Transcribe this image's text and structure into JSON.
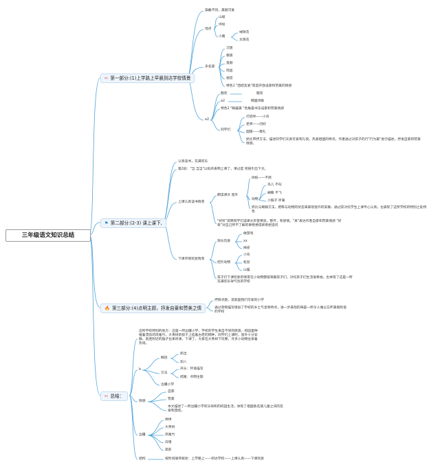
{
  "root": "三年级语文知识总结",
  "branches": {
    "b1": {
      "label": "第一部分:(1)上学路上早晨到达学校情景",
      "icon": "✂"
    },
    "b2": {
      "label": "第二部分:(2-3) 课上课下,",
      "icon": "⚑"
    },
    "b3": {
      "label": "第三部分:(4)点明主题，抒发自豪和赞美之情",
      "icon": "🔥"
    },
    "b4": {
      "label": "总结：",
      "icon": "✂"
    }
  },
  "b1": {
    "n1": "穿戴不同，美丽可爱",
    "n2": "地点",
    "n2a": "山坡",
    "n2b": "坪坝",
    "n2c": "小路",
    "n2c1": "绒球花",
    "n2c2": "太阳花",
    "n3": "多名族",
    "n3a": "汉族",
    "n3b": "傣族",
    "n3c": "景颇",
    "n3d": "阿昌",
    "n3e": "德昂",
    "n3f": "特色1 \"团结友爱\"高度开放设豪和赞美的情感",
    "n4": "a2",
    "n4a": "服装",
    "n4a1": "服装",
    "n4b": "a2",
    "n4b1": "韩国诗歌",
    "n4c": "特色2 \"眼骗美 \"色角是书法设豪和赞美情感",
    "n4d": "同学们",
    "n4d1": "打招呼——小鸟",
    "n4d2": "老师——问好",
    "n4d3": "国旗——敬礼",
    "n4d4": "抓比带抒方法，描述同学们天真可爱有礼貌，热爱祖国的特点。作者通过对孩子的行\"行为美\"进行描述，抒发自豪和赞美情感。"
  },
  "b2": {
    "n1": "认真读书，充满欢乐",
    "n2": "第2段：\"当 当当\"以拟声表明上课了。承过度 衔接引出下文。",
    "n3": "上课认真读书情景",
    "n3a": "朗读课文 窗外",
    "n3a1": "树枝——不摇",
    "n3a2": "动物",
    "n3a2a": "鸟儿 不叫",
    "n3a2b": "蝴蝶 不飞",
    "n3a2c": "小猴子 听着",
    "n3a3": "抓比与概联方法，把粹与动物的状态来表现窗外的安静，通过孩对托学生上课专心认真，也表现了这所学校的特别之处特色",
    "n3b": "\"好听\"说明同学们读课文声音嘹亮，整齐，有感情。\"真\"表达作者自豪和赞美情感 \"好奇\"对自己所不了解的事物觉得新奇想追问",
    "n4": "下课尽情玩耍情景",
    "n4a": "快乐玩耍",
    "n4a1": "做游戏",
    "n4a2": "xx",
    "n4a3": "掉皮",
    "n4b": "招引动物",
    "n4b1": "小鸟",
    "n4b2": "松鼠",
    "n4b3": "山猫",
    "n4c": "孩子们下课玩耍的情景在小动物都留来跟孩子们，对托孩子们生活很幸福，也体现了这是一所充满欢乐祥气氛的学校"
  },
  "b3": {
    "n1": "抒情点题，说就是我们可爱的小学",
    "n2": "通过景物描写增加了学校的乡土气息和特点，进一步表现的祷是一所令人难以忘怀美丽和谐的学校"
  },
  "b4": {
    "p1": "这所学校特别的地方：这是一所边疆小学，学校的学生来自不同的民族，校园里种植着漂亮的凤尾竹，大青树的枝干上挂着古老的铜钟，同学们上课时，窗外十分安静，就连附近的猴子也来听课，下课了，大家在大青树下玩要，许多小动物往来着热闹。",
    "c1": "b",
    "c1a": "概括",
    "c1a1": "抓出",
    "c1a2": "加入",
    "c1b": "方法",
    "c1b1": "开头：环境描写",
    "c1b2": "结尾：点明主题",
    "c1c": "边疆小学",
    "c2": "情感",
    "c2a": "自豪",
    "c2b": "赞美",
    "c2c": "本文描述了一所边疆小学欢乐祥和的校园生活，体现了祖国各名族儿童之间的友爱和团结。",
    "c3": "边疆",
    "c3a": "拼拼",
    "c3b": "大青树",
    "c3c": "凤尾竹",
    "c3d": "白墙",
    "c3e": "黑影",
    "c4": "结构",
    "c4a": "按时间顺序叙述：上学路上——到达学校——上课认真——下课玩耍"
  }
}
